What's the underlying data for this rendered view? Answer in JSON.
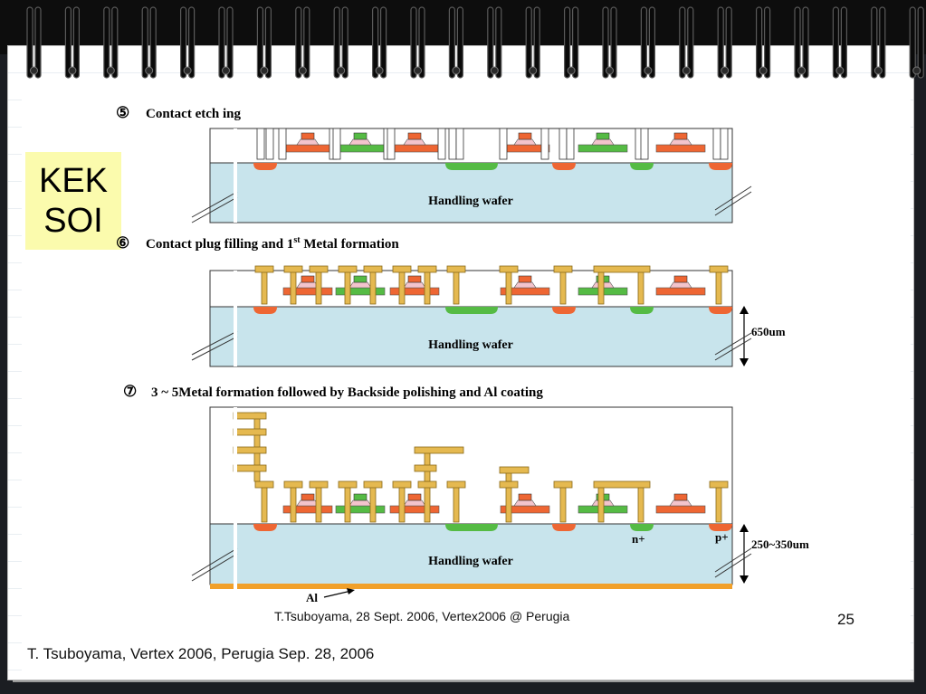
{
  "slide": {
    "box_title_line1": "KEK",
    "box_title_line2": "SOI",
    "credit": "T.Tsuboyama, 28 Sept. 2006, Vertex2006 @ Perugia",
    "page_number": "25",
    "footer": "T. Tsuboyama, Vertex 2006, Perugia Sep. 28, 2006"
  },
  "steps": {
    "s5": {
      "num": "⑤",
      "title": "Contact etch ing"
    },
    "s6": {
      "num": "⑥",
      "title_a": "Contact plug filling and 1",
      "sup": "st",
      "title_b": " Metal formation"
    },
    "s7": {
      "num": "⑦",
      "title": "3 ~ 5Metal formation followed by Backside polishing and Al coating"
    }
  },
  "labels": {
    "handling_wafer": "Handling wafer",
    "thickness_1": "650um",
    "thickness_2": "250~350um",
    "n_plus": "n+",
    "p_plus": "p+",
    "al": "Al"
  },
  "colors": {
    "substrate": "#c8e4ec",
    "n_implant": "#ee6633",
    "p_implant": "#55bb44",
    "metal": "#e5b950",
    "metal_edge": "#8a6a18",
    "al_coating": "#f1a02a",
    "pink": "#f3c4cc",
    "highlight_box": "#fbfbad"
  }
}
